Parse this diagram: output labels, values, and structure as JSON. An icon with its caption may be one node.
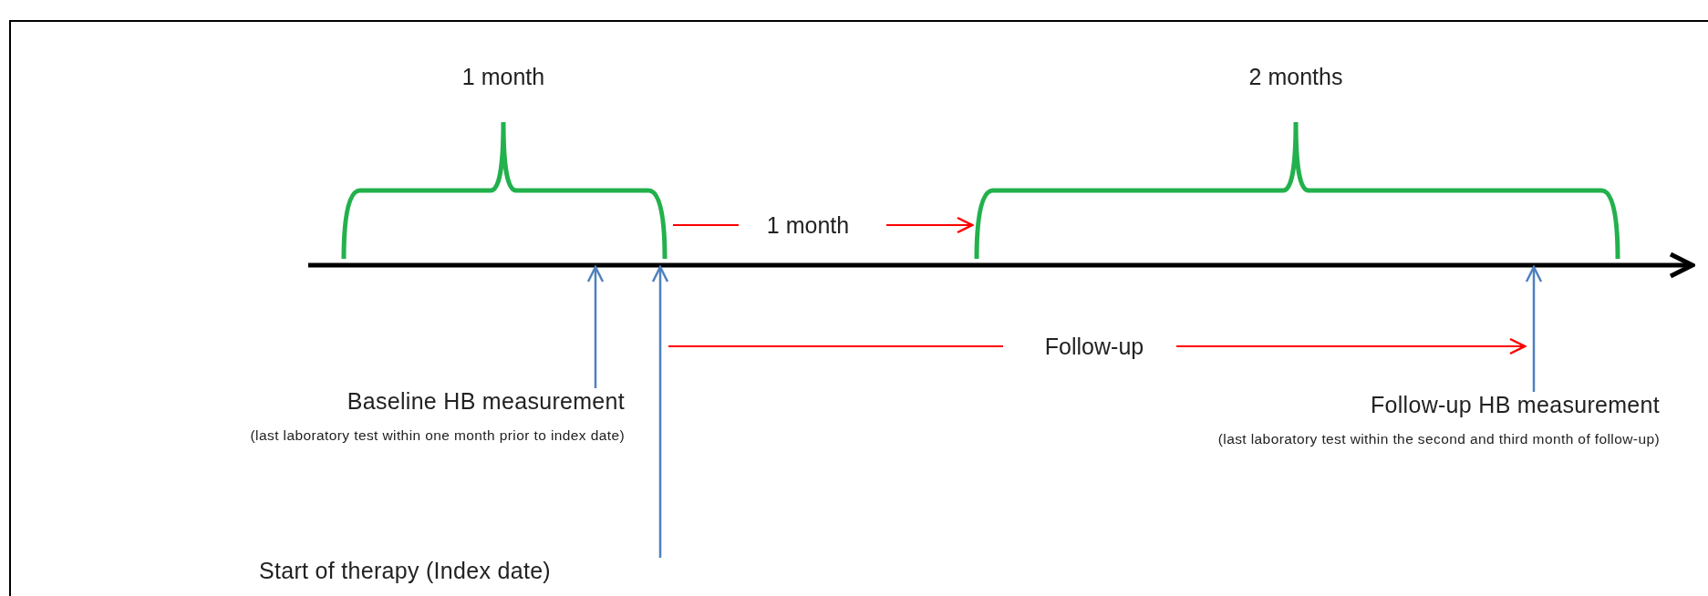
{
  "diagram": {
    "nodes": [
      {
        "text": [
          "Baseline HB measurement",
          "(last laboratory test within one month prior to index date)"
        ]
      },
      {
        "text": [
          "Start of therapy (Index date)"
        ]
      },
      {
        "text": [
          "Follow-up  HB measurement",
          "(last laboratory test within the second and third month of follow-up)"
        ]
      },
      {
        "text": [],
        "shape": "line"
      }
    ],
    "edges": [
      {
        "from": 0,
        "to": 3,
        "arrow": "to"
      },
      {
        "from": 1,
        "to": 3,
        "arrow": "to"
      },
      {
        "from": 2,
        "to": 3,
        "arrow": "to"
      }
    ],
    "labels": [
      "1 month",
      "2 months",
      "1 month",
      "Follow-up"
    ]
  }
}
